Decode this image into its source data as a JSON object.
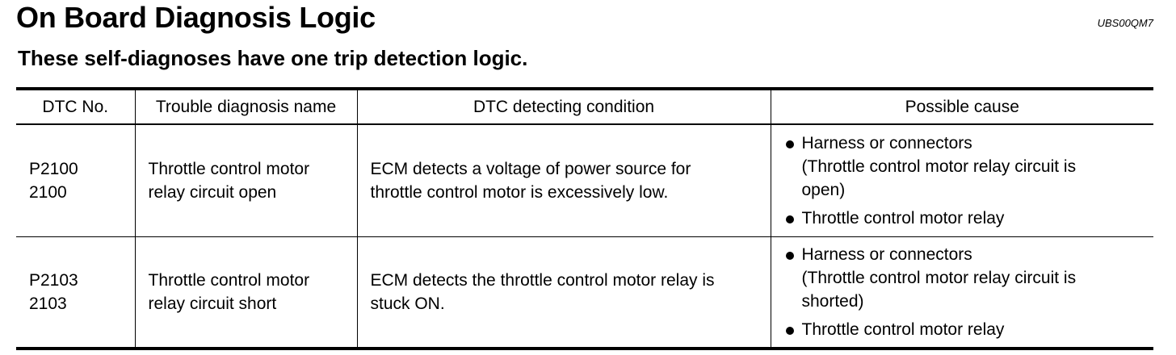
{
  "header": {
    "title": "On Board Diagnosis Logic",
    "code": "UBS00QM7",
    "subtitle": "These self-diagnoses have one trip detection logic."
  },
  "table": {
    "columns": [
      "DTC No.",
      "Trouble diagnosis name",
      "DTC detecting condition",
      "Possible cause"
    ],
    "rows": [
      {
        "dtc_primary": "P2100",
        "dtc_secondary": "2100",
        "name_line1": "Throttle control motor",
        "name_line2": "relay circuit open",
        "condition_line1": "ECM detects a voltage of power source for",
        "condition_line2": "throttle control motor is excessively low.",
        "causes": [
          {
            "main": "Harness or connectors",
            "detail_line1": "(Throttle control motor relay circuit is",
            "detail_line2": "open)"
          },
          {
            "main": "Throttle control motor relay"
          }
        ]
      },
      {
        "dtc_primary": "P2103",
        "dtc_secondary": "2103",
        "name_line1": "Throttle control motor",
        "name_line2": "relay circuit short",
        "condition_line1": "ECM detects the throttle control motor relay is",
        "condition_line2": "stuck ON.",
        "causes": [
          {
            "main": "Harness or connectors",
            "detail_line1": "(Throttle control motor relay circuit is",
            "detail_line2": "shorted)"
          },
          {
            "main": "Throttle control motor relay"
          }
        ]
      }
    ]
  }
}
